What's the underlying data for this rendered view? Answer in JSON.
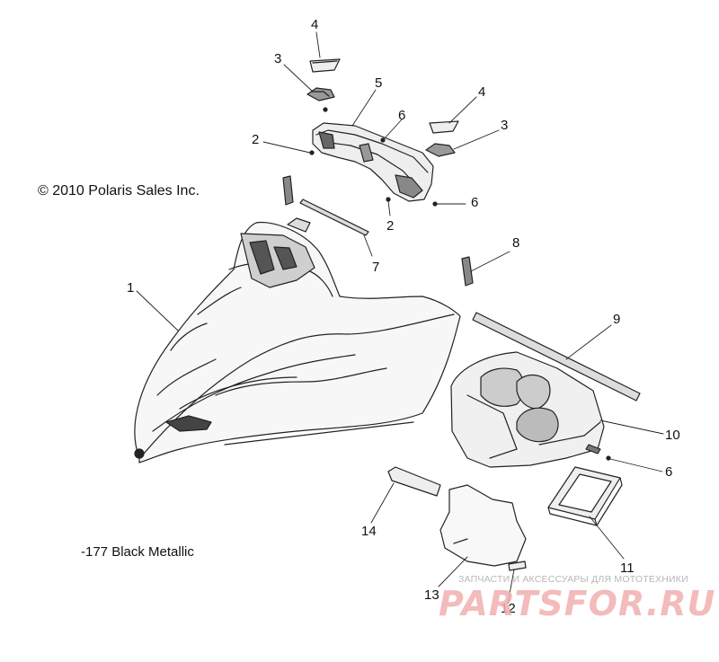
{
  "copyright": "© 2010 Polaris Sales Inc.",
  "color_note": "-177 Black Metallic",
  "watermark": {
    "subtitle": "ЗАПЧАСТИ И АКСЕССУАРЫ ДЛЯ МОТОТЕХНИКИ",
    "logo": "PARTSFOR.RU"
  },
  "callouts": {
    "c1": "1",
    "c2a": "2",
    "c2b": "2",
    "c3a": "3",
    "c3b": "3",
    "c4a": "4",
    "c4b": "4",
    "c5": "5",
    "c6a": "6",
    "c6b": "6",
    "c6c": "6",
    "c7": "7",
    "c8": "8",
    "c9": "9",
    "c10": "10",
    "c11": "11",
    "c12": "12",
    "c13": "13",
    "c14": "14"
  }
}
